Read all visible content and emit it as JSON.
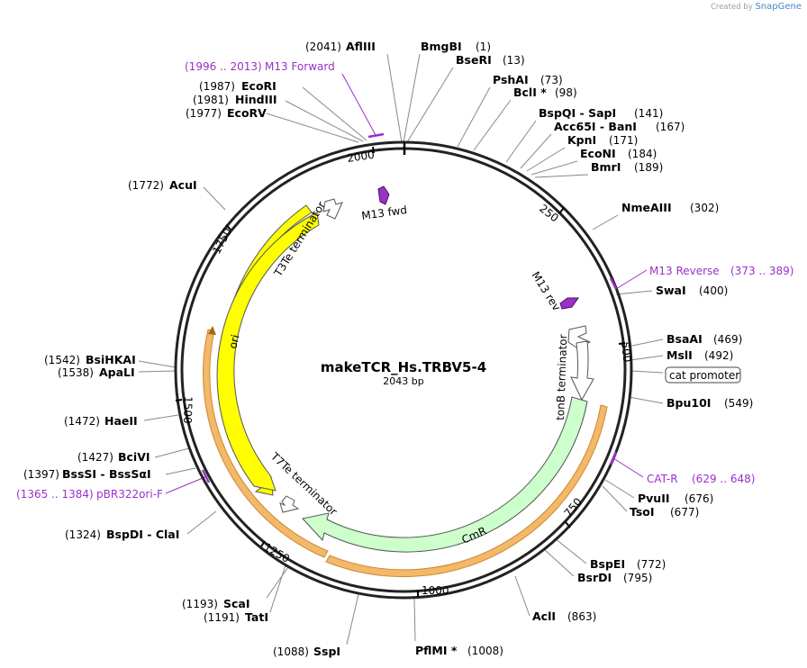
{
  "brand": {
    "created_by": "Created by",
    "app": "SnapGene"
  },
  "plasmid": {
    "name": "makeTCR_Hs.TRBV5-4",
    "length_label": "2043 bp"
  },
  "ticks": [
    "250",
    "500",
    "750",
    "1000",
    "1250",
    "1500",
    "1750",
    "2000"
  ],
  "sites": [
    {
      "name": "BmgBI",
      "pos": "(1)"
    },
    {
      "name": "BseRI",
      "pos": "(13)"
    },
    {
      "name": "PshAI",
      "pos": "(73)"
    },
    {
      "name": "BclI *",
      "pos": "(98)"
    },
    {
      "name": "BspQI  - SapI",
      "pos": "(141)"
    },
    {
      "name": "Acc65I  - BanI",
      "pos": "(167)"
    },
    {
      "name": "KpnI",
      "pos": "(171)"
    },
    {
      "name": "EcoNI",
      "pos": "(184)"
    },
    {
      "name": "BmrI",
      "pos": "(189)"
    },
    {
      "name": "NmeAIII",
      "pos": "(302)"
    },
    {
      "name": "SwaI",
      "pos": "(400)"
    },
    {
      "name": "BsaAI",
      "pos": "(469)"
    },
    {
      "name": "MslI",
      "pos": "(492)"
    },
    {
      "name": "Bpu10I",
      "pos": "(549)"
    },
    {
      "name": "PvuII",
      "pos": "(676)"
    },
    {
      "name": "TsoI",
      "pos": "(677)"
    },
    {
      "name": "BspEI",
      "pos": "(772)"
    },
    {
      "name": "BsrDI",
      "pos": "(795)"
    },
    {
      "name": "AclI",
      "pos": "(863)"
    },
    {
      "name": "PflMI *",
      "pos": "(1008)"
    },
    {
      "name": "SspI",
      "pos": "(1088)"
    },
    {
      "name": "ScaI",
      "pos": "(1193)"
    },
    {
      "name": "TatI",
      "pos": "(1191)"
    },
    {
      "name": "BspDI  - ClaI",
      "pos": "(1324)"
    },
    {
      "name": "BssSI  - BssSαI",
      "pos": "(1397)"
    },
    {
      "name": "BciVI",
      "pos": "(1427)"
    },
    {
      "name": "HaeII",
      "pos": "(1472)"
    },
    {
      "name": "ApaLI",
      "pos": "(1538)"
    },
    {
      "name": "BsiHKAI",
      "pos": "(1542)"
    },
    {
      "name": "AcuI",
      "pos": "(1772)"
    },
    {
      "name": "EcoRV",
      "pos": "(1977)"
    },
    {
      "name": "HindIII",
      "pos": "(1981)"
    },
    {
      "name": "EcoRI",
      "pos": "(1987)"
    },
    {
      "name": "AflIII",
      "pos": "(2041)"
    }
  ],
  "primers": [
    {
      "name": "M13 Reverse",
      "pos": "(373 .. 389)"
    },
    {
      "name": "CAT-R",
      "pos": "(629 .. 648)"
    },
    {
      "name": "pBR322ori-F",
      "pos": "(1365 .. 1384)"
    },
    {
      "name": "M13 Forward",
      "pos": "(1996 .. 2013)"
    }
  ],
  "features": {
    "cat_promoter": "cat promoter",
    "cmr": "CmR",
    "ori": "ori",
    "t3te": "T3Te terminator",
    "t7te": "T7Te terminator",
    "tonb": "tonB terminator",
    "m13_fwd": "M13 fwd",
    "m13_rev": "M13 rev"
  },
  "colors": {
    "backbone": "#222222",
    "primer": "#9b30c8",
    "ori": "#ffff00",
    "cmr": "#ccffcc",
    "orange_band": "#f3b86a",
    "terminator": "#ffffff"
  }
}
